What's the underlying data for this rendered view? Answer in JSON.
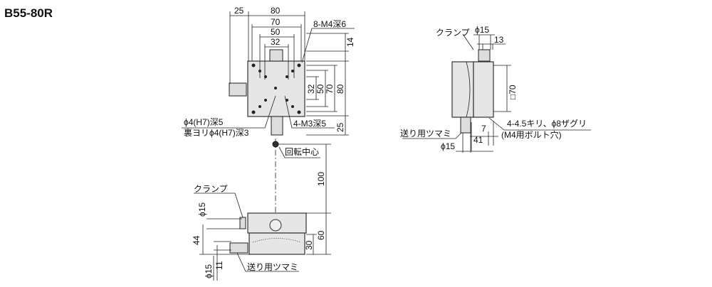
{
  "title": "B55-80R",
  "top_view": {
    "dims_h": [
      "25",
      "80",
      "70",
      "50",
      "32"
    ],
    "dims_v": [
      "14",
      "32",
      "50",
      "70",
      "80",
      "25"
    ],
    "labels": {
      "m4": "8-M4深6",
      "m3": "4-M3深5",
      "phi4": "ϕ4(H7)深5",
      "phi4_back": "裏ヨリϕ4(H7)深3"
    }
  },
  "front_view": {
    "rotation_center": "回転中心",
    "clamp": "クランプ",
    "feed_knob": "送り用ツマミ",
    "dims": [
      "100",
      "60",
      "30",
      "44",
      "ϕ15",
      "ϕ15",
      "11"
    ]
  },
  "side_view": {
    "clamp": "クランプ",
    "feed_knob": "送り用ツマミ",
    "dims": [
      "ϕ15",
      "13",
      "□70",
      "7",
      "41",
      "ϕ15"
    ],
    "hole_note": "4-4.5キリ、ϕ8ザグリ",
    "hole_note2": "(M4用ボルト穴)"
  }
}
